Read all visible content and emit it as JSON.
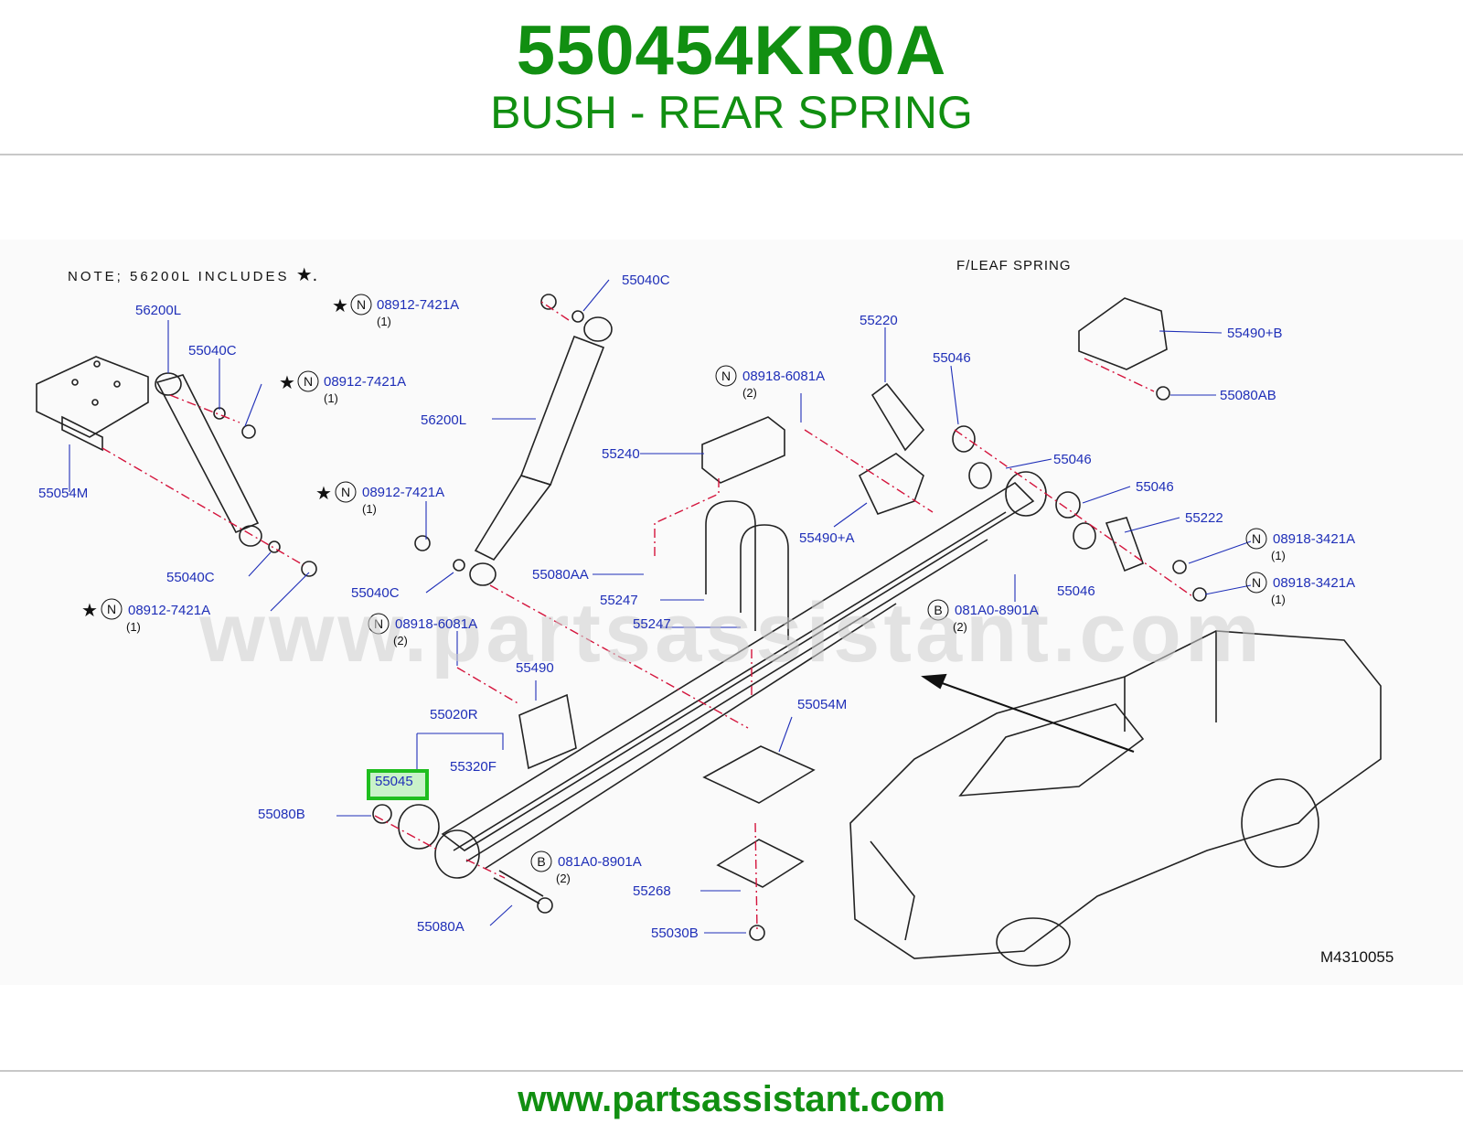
{
  "header": {
    "part_number": "550454KR0A",
    "part_name": "BUSH - REAR SPRING"
  },
  "diagram": {
    "note": "NOTE;  56200L  INCLUDES",
    "note_star": "★.",
    "leaf_title": "F/LEAF  SPRING",
    "figure_id": "M4310055",
    "highlighted_part": "55045",
    "callouts": {
      "c_56200L_left": "56200L",
      "c_55040C_top_left": "55040C",
      "c_08912_left": "08912-7421A",
      "c_55054M_left": "55054M",
      "c_55040C_low_left": "55040C",
      "c_08912_low_left": "08912-7421A",
      "c_08912_top_mid": "08912-7421A",
      "c_55040C_top_mid": "55040C",
      "c_56200L_mid": "56200L",
      "c_08912_mid": "08912-7421A",
      "c_55040C_mid": "55040C",
      "c_08918_6081_mid": "08918-6081A",
      "c_55490": "55490",
      "c_55020R": "55020R",
      "c_55320F": "55320F",
      "c_55045": "55045",
      "c_55080B": "55080B",
      "c_55080A": "55080A",
      "c_081A0_low": "081A0-8901A",
      "c_55268": "55268",
      "c_55030B": "55030B",
      "c_55054M_mid": "55054M",
      "c_55247_a": "55247",
      "c_55247_b": "55247",
      "c_55080AA": "55080AA",
      "c_55240": "55240",
      "c_08918_6081_top": "08918-6081A",
      "c_55220": "55220",
      "c_55046_a": "55046",
      "c_55046_b": "55046",
      "c_55046_c": "55046",
      "c_55046_d": "55046",
      "c_55490_A": "55490+A",
      "c_55222": "55222",
      "c_08918_3421_a": "08918-3421A",
      "c_08918_3421_b": "08918-3421A",
      "c_081A0_mid": "081A0-8901A",
      "c_55490_B": "55490+B",
      "c_55080AB": "55080AB"
    },
    "quantities": {
      "q1": "(1)",
      "q2": "(1)",
      "q3": "(1)",
      "q4": "(1)",
      "q5": "(2)",
      "q6": "(2)",
      "q7": "(2)",
      "q8": "(2)",
      "q9": "(1)",
      "q10": "(1)"
    },
    "markers": {
      "n": "N",
      "b": "B",
      "star": "★"
    }
  },
  "watermark": "www.partsassistant.com",
  "footer": {
    "url": "www.partsassistant.com"
  },
  "colors": {
    "brand_green": "#118f11",
    "callout_blue": "#1f2fb8",
    "highlight_green": "#1fbe1f",
    "leader_red": "#d4143c"
  }
}
